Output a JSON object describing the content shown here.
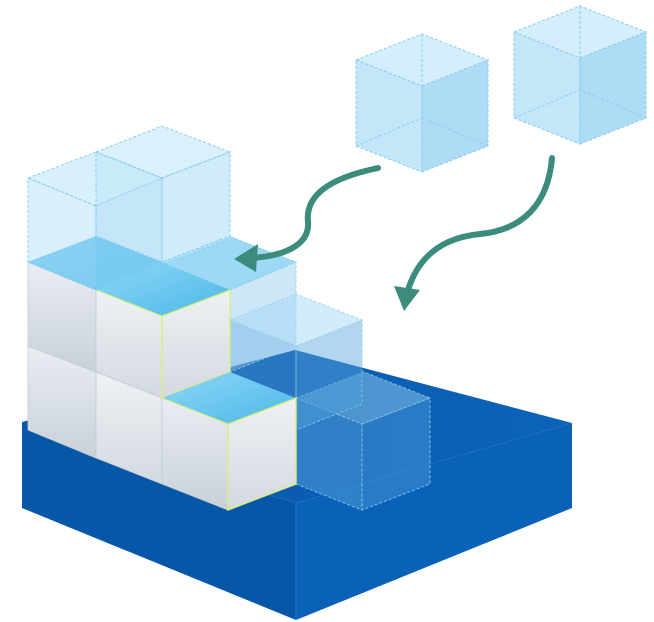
{
  "diagram": {
    "kind": "isometric-cube-stack",
    "colors": {
      "base_top": "#0B5AAE",
      "base_left": "#0757A8",
      "base_right": "#0860B6",
      "solid_top": "#6EC9F0",
      "solid_left": "#DDE3EA",
      "solid_right": "#E6ECF2",
      "solid_edge_highlight": "#D8F07A",
      "ghost_fill": "#BFE4F8",
      "ghost_stroke": "#7CCBEE",
      "arrow": "#3C8C7E"
    },
    "arrows": [
      {
        "name": "arrow-left",
        "from": "floating-cube-left",
        "to": "stack-upper"
      },
      {
        "name": "arrow-right",
        "from": "floating-cube-right",
        "to": "base"
      }
    ]
  }
}
